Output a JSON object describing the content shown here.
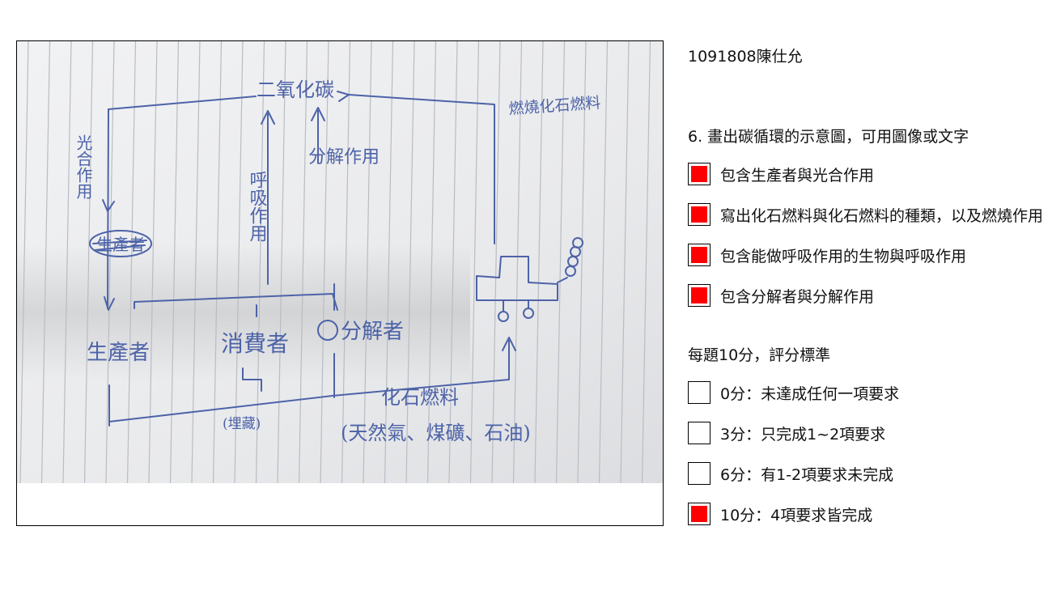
{
  "student": {
    "id_name": "1091808陳仕允"
  },
  "question": {
    "title": "6. 畫出碳循環的示意圖，可用圖像或文字"
  },
  "criteria": [
    {
      "label": "包含生產者與光合作用",
      "checked": true
    },
    {
      "label": "寫出化石燃料與化石燃料的種類，以及燃燒作用",
      "checked": true
    },
    {
      "label": "包含能做呼吸作用的生物與呼吸作用",
      "checked": true
    },
    {
      "label": "包含分解者與分解作用",
      "checked": true
    }
  ],
  "scoring": {
    "title": "每題10分，評分標準",
    "options": [
      {
        "label": "0分：未達成任何一項要求",
        "checked": false
      },
      {
        "label": "3分：只完成1~2項要求",
        "checked": false
      },
      {
        "label": "6分：有1-2項要求未完成",
        "checked": false
      },
      {
        "label": "10分：4項要求皆完成",
        "checked": true
      }
    ]
  },
  "drawing": {
    "co2": "二氧化碳",
    "photosynthesis": "光合作用",
    "respiration": "呼吸作用",
    "decomposition": "分解作用",
    "burning": "燃燒化石燃料",
    "producer": "生產者",
    "producer_crossed": "生產者",
    "consumer": "消費者",
    "decomposer": "分解者",
    "buried": "(埋藏)",
    "fossil_fuel": "化石燃料",
    "fuel_types": "(天然氣、煤礦、石油)"
  },
  "colors": {
    "ink": "#4d63a8",
    "check": "#ff0000",
    "paper": "#ecedef"
  }
}
